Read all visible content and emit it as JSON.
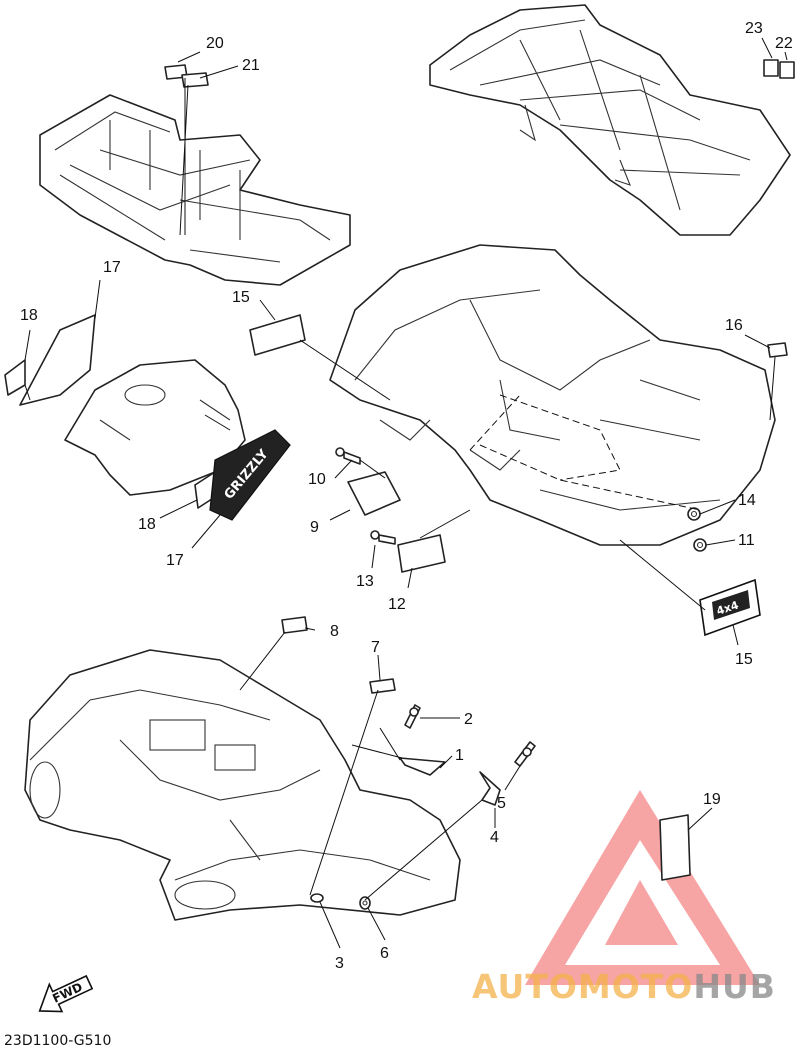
{
  "diagram": {
    "part_numbers": [
      "1",
      "2",
      "3",
      "4",
      "5",
      "6",
      "7",
      "8",
      "9",
      "10",
      "11",
      "12",
      "13",
      "14",
      "15",
      "15",
      "16",
      "17",
      "17",
      "18",
      "18",
      "19",
      "20",
      "21",
      "22",
      "23"
    ],
    "catalog_code": "23D1100-G510",
    "fwd_label": "FWD",
    "decal_text": "GRIZZLY",
    "decal_badge": "4x4"
  },
  "watermark": {
    "text_part1": "AUTOMOTO",
    "text_part2": "HUB",
    "color_part1": "#f5b24a",
    "color_part2": "#888888",
    "logo_color": "#ef5a5a"
  }
}
